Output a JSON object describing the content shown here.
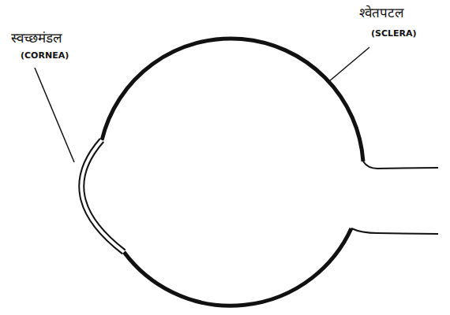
{
  "diagram": {
    "labels": [
      "स्वच्छमंडल",
      "(CORNEA)",
      "श्वेतपटल",
      "(SCLERA)"
    ]
  }
}
